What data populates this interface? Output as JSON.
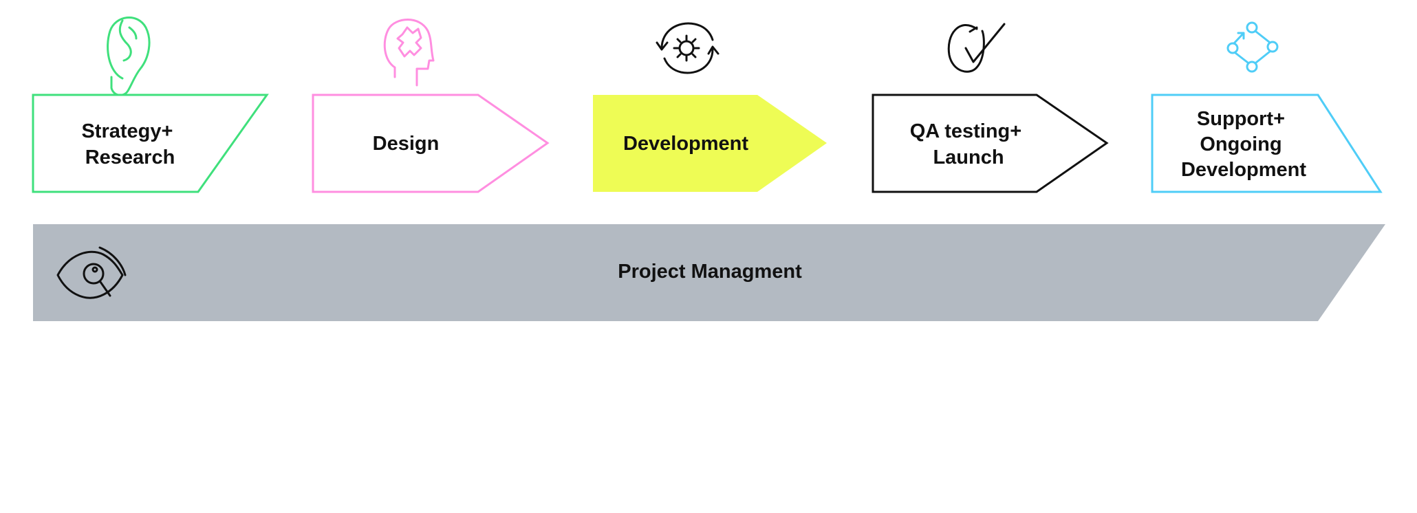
{
  "colors": {
    "strategy": "#3fe07c",
    "design": "#ff8ee0",
    "development": "#eefc55",
    "qa": "#111111",
    "support": "#4fcdf7",
    "project_management": "#b3bac2"
  },
  "stages": [
    {
      "lines": [
        "Strategy+",
        "Research"
      ],
      "icon": "ear-icon"
    },
    {
      "lines": [
        "Design"
      ],
      "icon": "head-puzzle-icon"
    },
    {
      "lines": [
        "Development"
      ],
      "icon": "gear-cycle-icon"
    },
    {
      "lines": [
        "QA testing+",
        "Launch"
      ],
      "icon": "check-circle-icon"
    },
    {
      "lines": [
        "Support+",
        "Ongoing",
        "Development"
      ],
      "icon": "cycle-nodes-icon"
    }
  ],
  "project_management": {
    "label": "Project Managment",
    "icon": "eye-search-icon"
  }
}
